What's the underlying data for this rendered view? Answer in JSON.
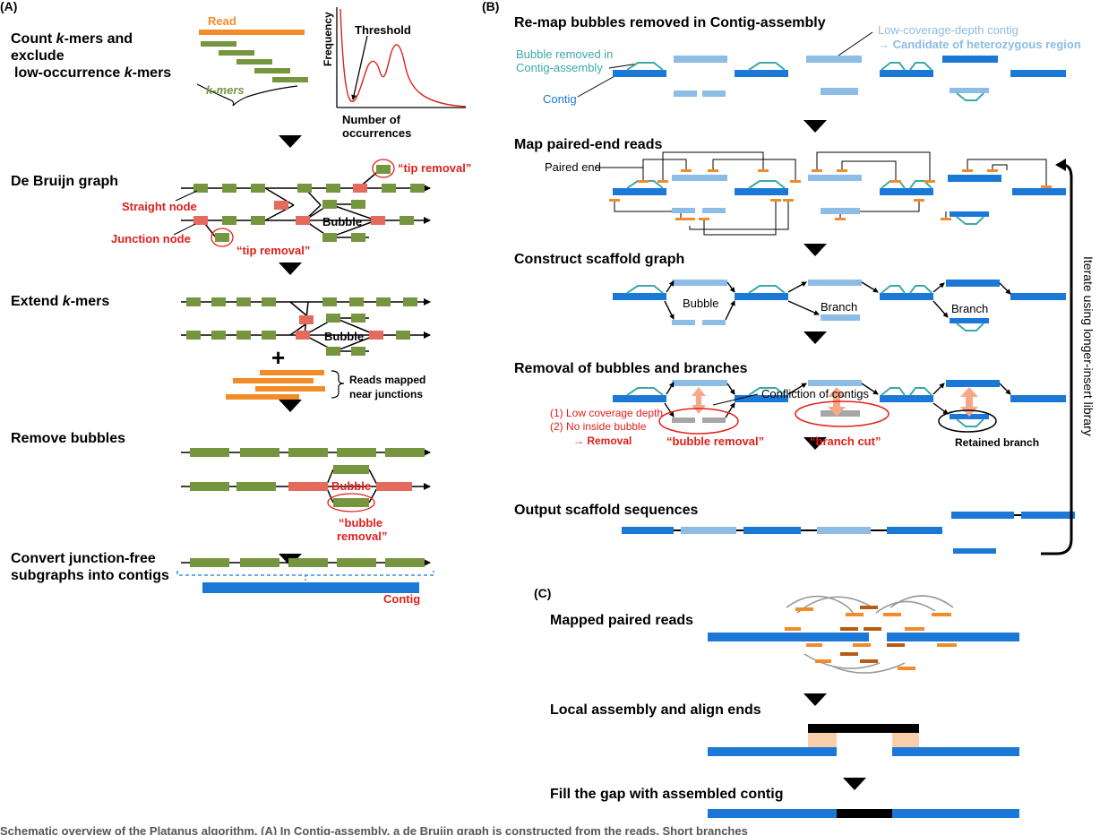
{
  "colors": {
    "read": "#F28C28",
    "kmer": "#76953F",
    "junction": "#E46A5E",
    "contig": "#1B78D6",
    "lowcov": "#8DBCE5",
    "bubble": "#3BA9A9",
    "alert": "#E0201B",
    "removed": "#A6A6A6",
    "align": "#F8CFA8",
    "pairarc": "#9A9A9A",
    "darkread": "#B85A10"
  },
  "panel_a": {
    "label": "(A)",
    "step1": {
      "title_line1_pre": "Count ",
      "title_line1_k": "k",
      "title_line1_post": "-mers and",
      "title_line2": "exclude",
      "title_line3_pre": "low-occurrence ",
      "title_line3_k": "k",
      "title_line3_post": "-mers",
      "read_label": "Read",
      "kmers_label": "k-mers",
      "chart_threshold": "Threshold",
      "chart_ylabel": "Frequency",
      "chart_xlabel_line1": "Number of",
      "chart_xlabel_line2": "occurrences"
    },
    "step2": {
      "title": "De Bruijn graph",
      "straight_node": "Straight node",
      "junction_node": "Junction node",
      "tip_removal": "“tip removal”",
      "bubble": "Bubble"
    },
    "step3": {
      "title_pre": "Extend ",
      "title_k": "k",
      "title_post": "-mers",
      "bubble": "Bubble",
      "reads_line1": "Reads mapped",
      "reads_line2": "near junctions"
    },
    "step4": {
      "title": "Remove bubbles",
      "bubble": "Bubble",
      "bubble_removal_line1": "“bubble",
      "bubble_removal_line2": "removal”"
    },
    "step5": {
      "title_line1": "Convert junction-free",
      "title_line2": "subgraphs into contigs",
      "contig": "Contig"
    }
  },
  "panel_b": {
    "label": "(B)",
    "step1": {
      "title": "Re-map bubbles removed in Contig-assembly",
      "bubble_line1": "Bubble removed in",
      "bubble_line2": "Contig-assembly",
      "contig": "Contig",
      "lowcov_line1": "Low-coverage-depth contig",
      "lowcov_line2": "→ Candidate of heterozygous region"
    },
    "step2": {
      "title": "Map paired-end reads",
      "paired_end": "Paired end"
    },
    "step3": {
      "title": "Construct scaffold graph",
      "bubble": "Bubble",
      "branch1": "Branch",
      "branch2": "Branch"
    },
    "step4": {
      "title": "Removal of bubbles and branches",
      "confliction": "Confliction of contigs",
      "criteria1": "(1) Low coverage depth",
      "criteria2": "(2) No inside bubble",
      "removal": "→ Removal",
      "bubble_removal": "“bubble removal”",
      "branch_cut": "“branch cut”",
      "retained": "Retained branch"
    },
    "step5": {
      "title": "Output scaffold sequences"
    },
    "iterate": "Iterate using longer-insert library"
  },
  "panel_c": {
    "label": "(C)",
    "step1": {
      "title": "Mapped paired reads"
    },
    "step2": {
      "title": "Local assembly and align ends"
    },
    "step3": {
      "title": "Fill the gap with assembled contig"
    }
  },
  "caption": "Schematic overview of the Platanus algorithm. (A) In Contig-assembly, a de Bruijn graph is constructed from the reads. Short branches"
}
